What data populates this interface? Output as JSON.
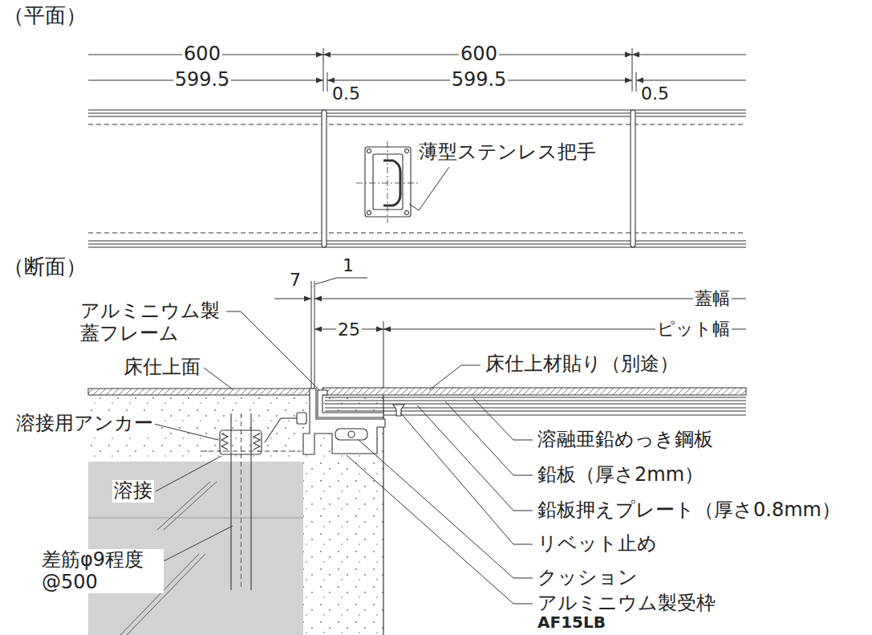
{
  "diagram": {
    "labels": [
      "（平面）",
      "600",
      "599.5",
      "0.5",
      "600",
      "599.5",
      "0.5",
      "薄型ステンレス把手",
      "（断面）",
      "7",
      "1",
      "アルミニウム製 蓋フレーム",
      "蓋幅",
      "25",
      "ピット幅",
      "床仕上面",
      "床仕上材貼り（別途）",
      "溶接用アンカー",
      "溶融亜鉛めっき鋼板",
      "鉛板（厚さ2mm）",
      "鉛板押えプレート（厚さ0.8mm）",
      "リベット止め",
      "溶接",
      "クッション",
      "差筋φ9程度 @500",
      "アルミニウム製受枠",
      "AF15LB"
    ]
  }
}
